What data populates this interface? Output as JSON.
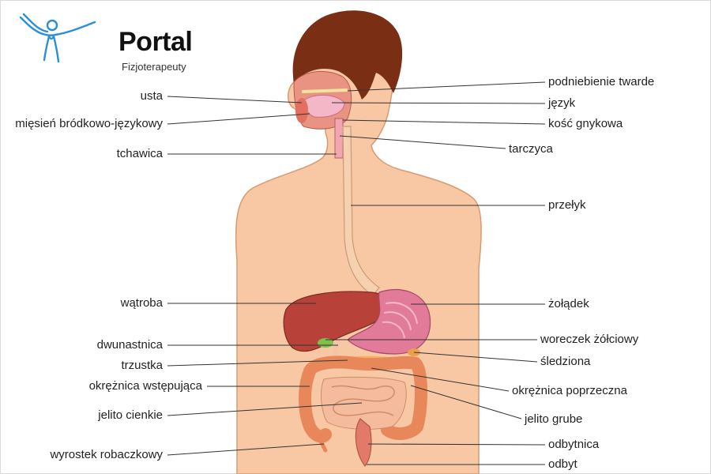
{
  "logo": {
    "brand": "Portal",
    "tagline": "Fizjoterapeuty",
    "icon": "person-arms-up-icon",
    "colors": {
      "figure": "#2a8fd8",
      "text": "#111111"
    }
  },
  "colors": {
    "skin": "#f7c8a3",
    "skin_outline": "#d89a72",
    "hair": "#7a2e14",
    "liver": "#b8423a",
    "stomach": "#e27a9a",
    "intestine": "#f0a27a",
    "colon": "#e8885a",
    "leader_line": "#333333"
  },
  "labels_left": [
    "usta",
    "mięsień bródkowo-językowy",
    "tchawica",
    "wątroba",
    "dwunastnica",
    "trzustka",
    "okrężnica wstępująca",
    "jelito cienkie",
    "wyrostek robaczkowy"
  ],
  "labels_right": [
    "podniebienie twarde",
    "język",
    "kość gnykowa",
    "tarczyca",
    "przełyk",
    "żołądek",
    "woreczek żółciowy",
    "śledziona",
    "okrężnica poprzeczna",
    "jelito grube",
    "odbytnica",
    "odbyt"
  ]
}
